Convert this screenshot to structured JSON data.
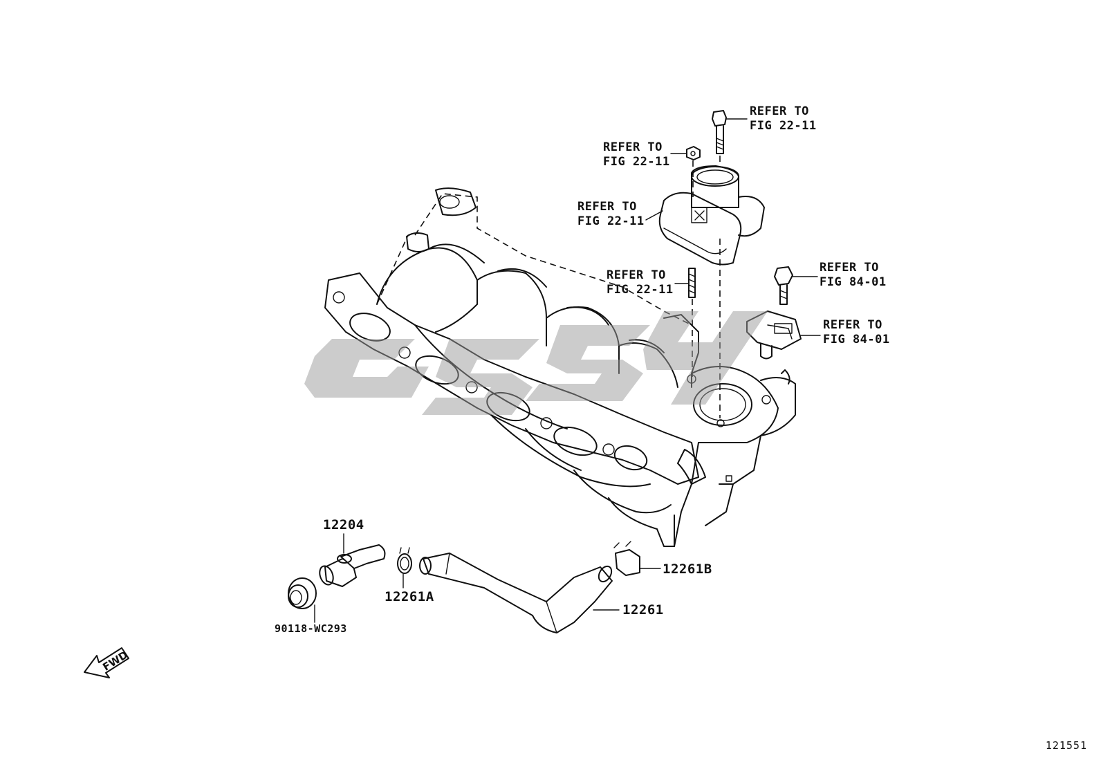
{
  "callouts": [
    {
      "id": "bolt-top",
      "line1": "REFER TO",
      "line2": "FIG 22-11"
    },
    {
      "id": "nut",
      "line1": "REFER TO",
      "line2": "FIG 22-11"
    },
    {
      "id": "throttle-body",
      "line1": "REFER TO",
      "line2": "FIG 22-11"
    },
    {
      "id": "stud",
      "line1": "REFER TO",
      "line2": "FIG 22-11"
    },
    {
      "id": "sensor-bolt",
      "line1": "REFER TO",
      "line2": "FIG 84-01"
    },
    {
      "id": "sensor",
      "line1": "REFER TO",
      "line2": "FIG 84-01"
    }
  ],
  "parts": {
    "p12204": "12204",
    "p90118": "90118-WC293",
    "p12261A": "12261A",
    "p12261B": "12261B",
    "p12261": "12261"
  },
  "fwd_label": "FWD",
  "watermark": "GGSY",
  "figure_id": "121551",
  "colors": {
    "line": "#111111",
    "watermark": "#9a9a9a",
    "background": "#ffffff"
  }
}
